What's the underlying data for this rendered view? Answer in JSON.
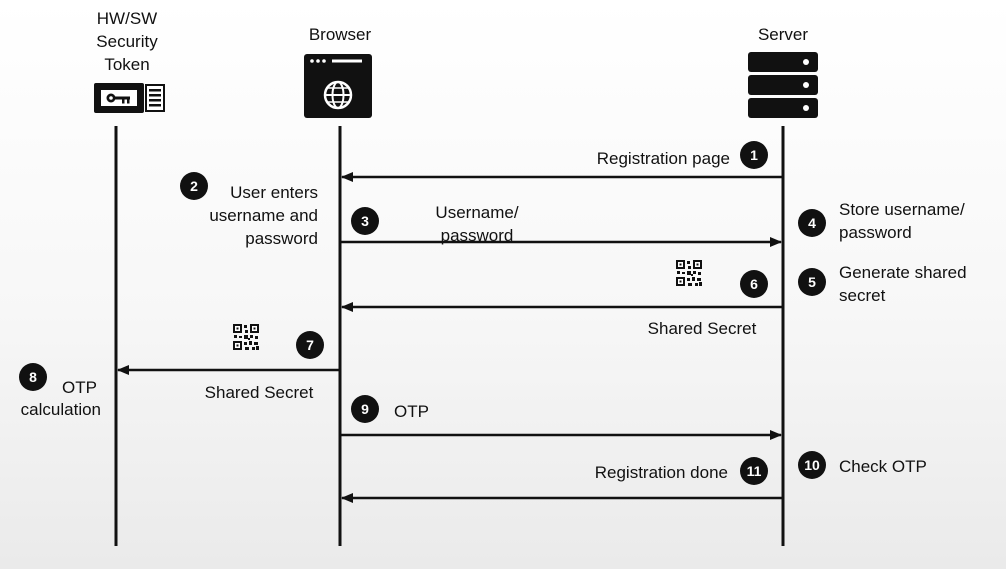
{
  "participants": {
    "token": {
      "label_lines": [
        "HW/SW",
        "Security",
        "Token"
      ]
    },
    "browser": {
      "label": "Browser"
    },
    "server": {
      "label": "Server"
    }
  },
  "steps": [
    {
      "num": "1",
      "label_lines": [
        "Registration page"
      ]
    },
    {
      "num": "2",
      "label_lines": [
        "User enters",
        "username and",
        "password"
      ]
    },
    {
      "num": "3",
      "label_lines": [
        "Username/",
        "password"
      ]
    },
    {
      "num": "4",
      "label_lines": [
        "Store username/",
        "password"
      ]
    },
    {
      "num": "5",
      "label_lines": [
        "Generate shared",
        "secret"
      ]
    },
    {
      "num": "6",
      "label_lines": [
        "Shared Secret"
      ]
    },
    {
      "num": "7",
      "label_lines": [
        "Shared Secret"
      ]
    },
    {
      "num": "8",
      "label_lines": [
        "OTP",
        "calculation"
      ]
    },
    {
      "num": "9",
      "label_lines": [
        "OTP"
      ]
    },
    {
      "num": "10",
      "label_lines": [
        "Check OTP"
      ]
    },
    {
      "num": "11",
      "label_lines": [
        "Registration done"
      ]
    }
  ],
  "colors": {
    "ink": "#111111",
    "badge": "#111111"
  },
  "icons": [
    "key-card-icon",
    "browser-globe-icon",
    "server-rack-icon",
    "qr-code-icon"
  ]
}
